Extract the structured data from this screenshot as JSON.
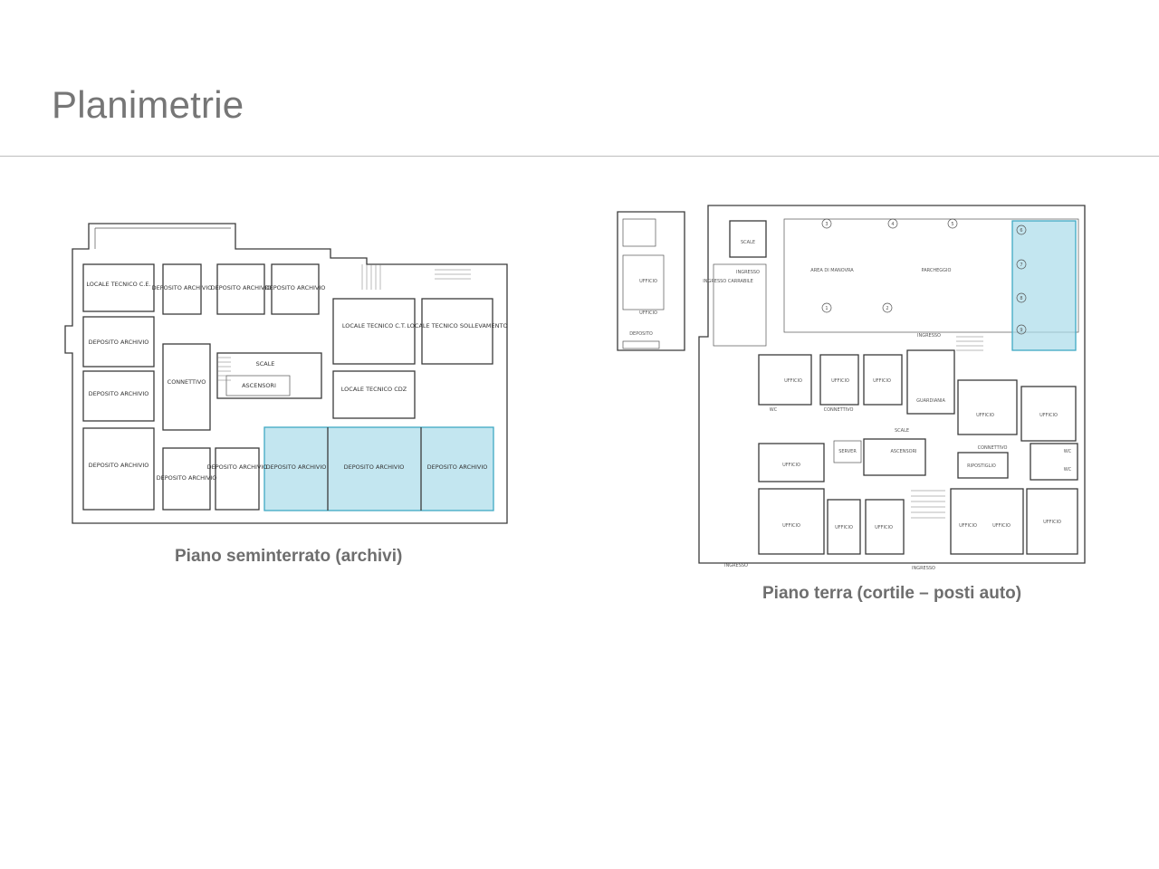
{
  "slide": {
    "title": "Planimetrie"
  },
  "plans": {
    "left": {
      "caption": "Piano seminterrato (archivi)",
      "rooms": [
        "LOCALE TECNICO C.E.",
        "DEPOSITO ARCHIVIO",
        "DEPOSITO ARCHIVIO",
        "DEPOSITO ARCHIVIO",
        "DEPOSITO ARCHIVIO",
        "DEPOSITO ARCHIVIO",
        "DEPOSITO ARCHIVIO",
        "CONNETTIVO",
        "SCALE",
        "ASCENSORI",
        "LOCALE TECNICO C.T.",
        "LOCALE TECNICO SOLLEVAMENTO",
        "LOCALE TECNICO CDZ",
        "DEPOSITO ARCHIVIO",
        "DEPOSITO ARCHIVIO",
        "DEPOSITO ARCHIVIO",
        "DEPOSITO ARCHIVIO",
        "DEPOSITO ARCHIVIO"
      ],
      "highlight_color": "#a9dbe9"
    },
    "right": {
      "caption": "Piano terra (cortile – posti auto)",
      "rooms": [
        "SCALE",
        "INGRESSO",
        "INGRESSO CARRABILE",
        "AREA DI MANOVRA",
        "PARCHEGGIO",
        "UFFICIO",
        "INGRESSO",
        "UFFICIO",
        "UFFICIO",
        "UFFICIO",
        "GUARDIANIA",
        "CONNETTIVO",
        "SCALE",
        "SERVER",
        "ASCENSORI",
        "UFFICIO",
        "CONNETTIVO",
        "RIPOSTIGLIO",
        "UFFICIO",
        "UFFICIO",
        "UFFICIO",
        "UFFICIO",
        "UFFICIO",
        "UFFICIO",
        "UFFICIO",
        "UFFICIO",
        "INGRESSO",
        "INGRESSO",
        "UFFICIO",
        "DEPOSITO",
        "WC",
        "WC",
        "WC"
      ],
      "parking_numbers": [
        "1",
        "2",
        "3",
        "4",
        "5",
        "6",
        "7",
        "8",
        "9"
      ],
      "highlight_color": "#a9dbe9"
    }
  }
}
